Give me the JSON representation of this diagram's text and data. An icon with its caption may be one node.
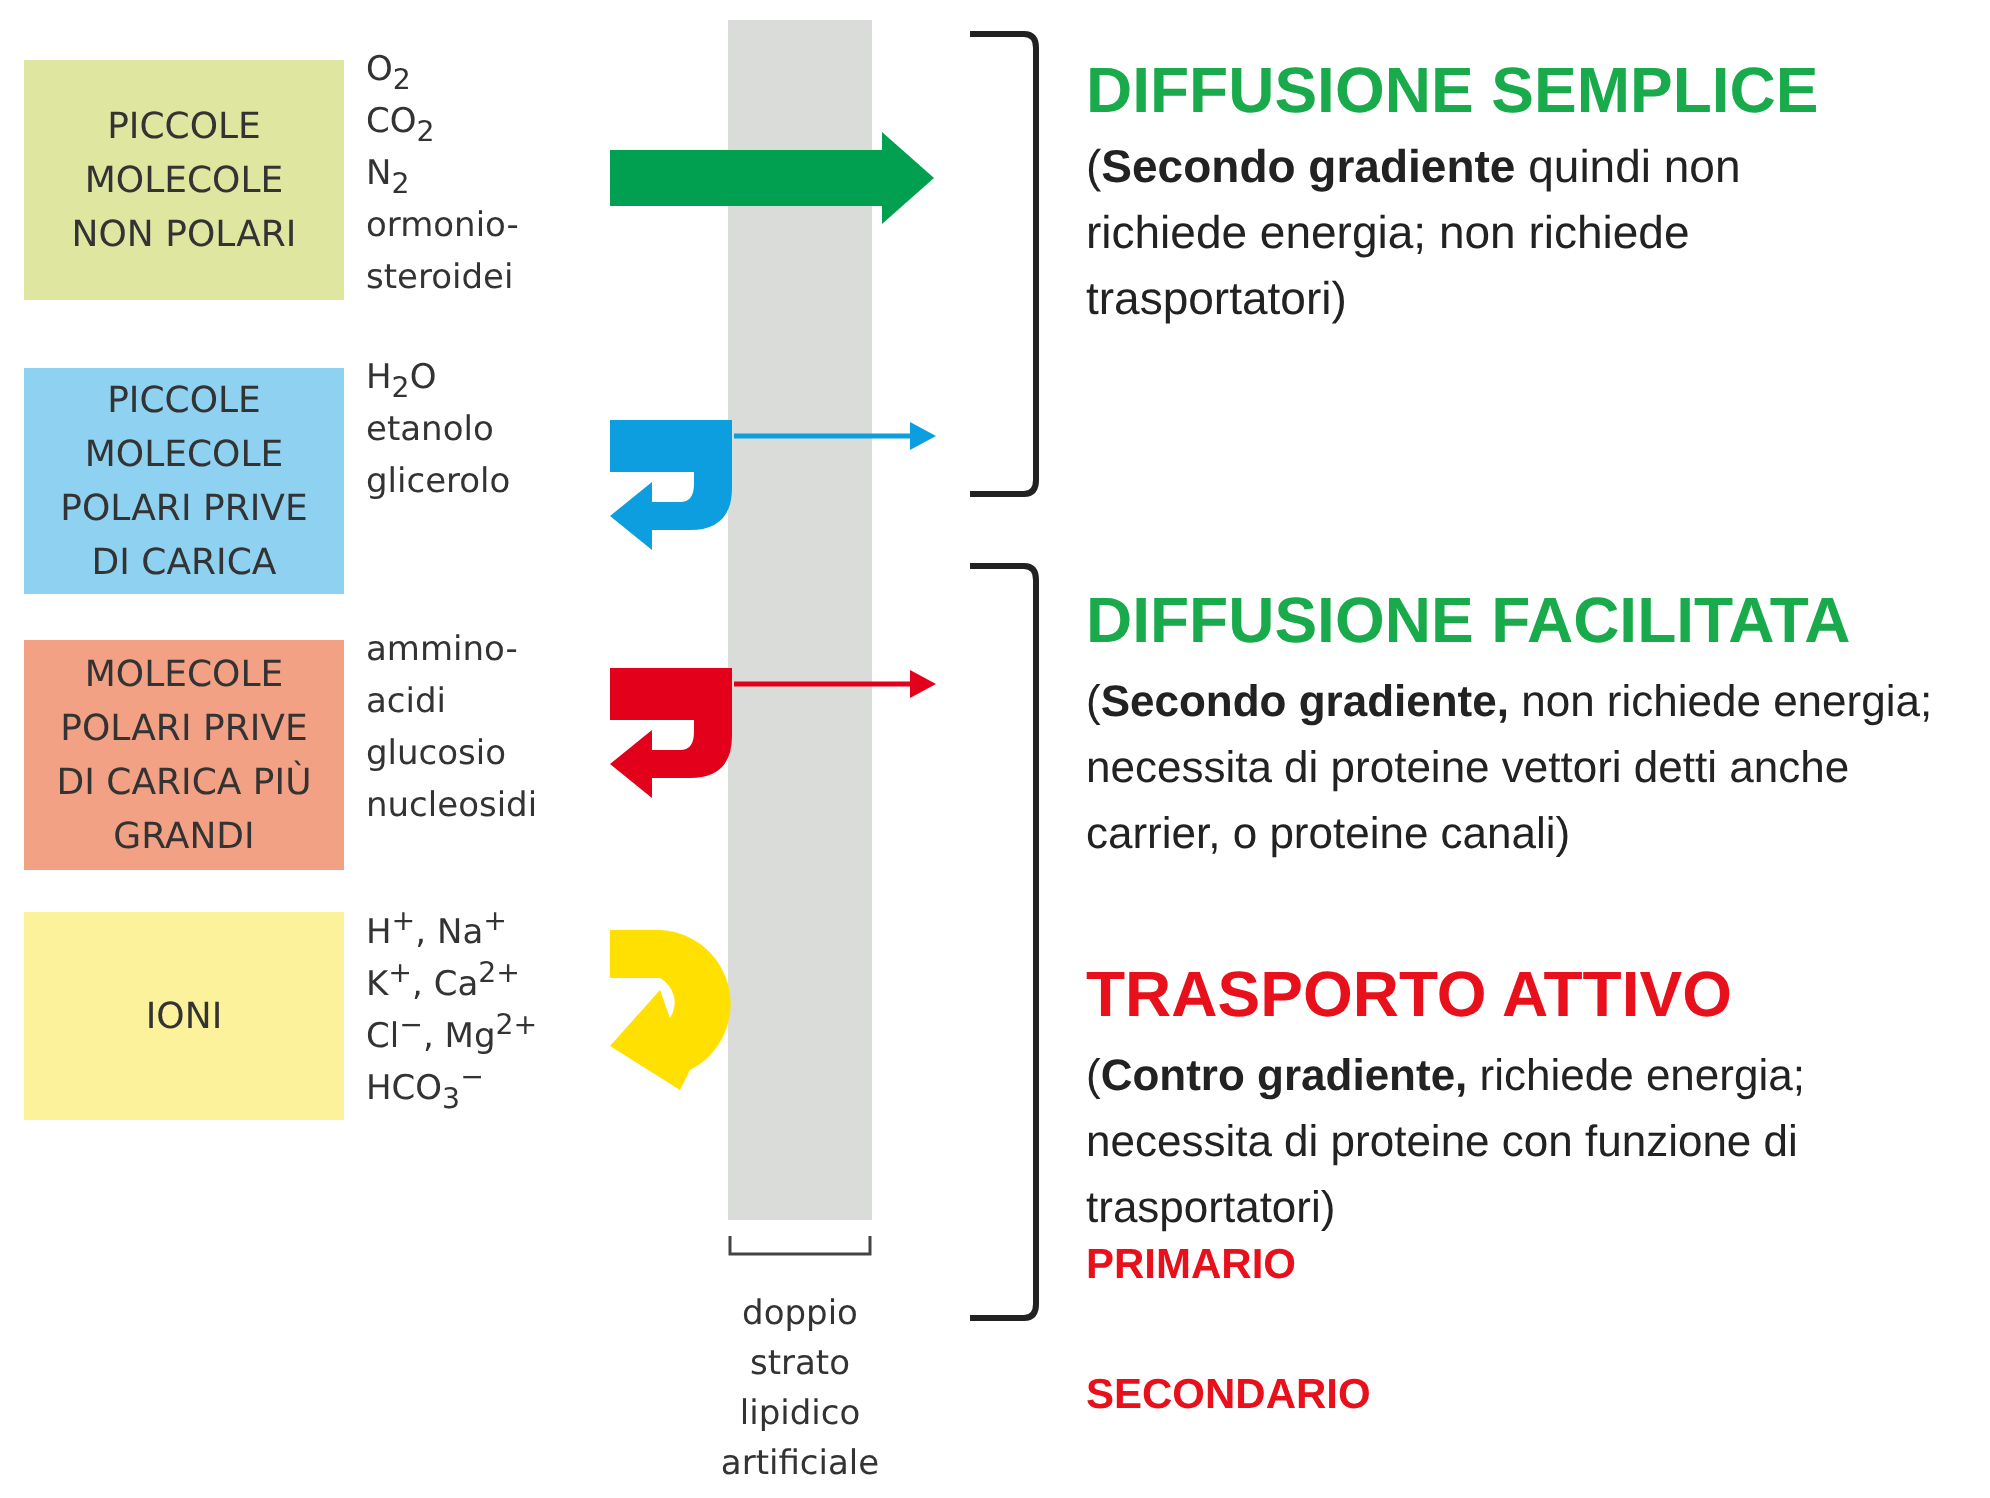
{
  "diagram": {
    "nodes": [
      {
        "text": [
          "PICCOLE MOLECOLE NON POLARI"
        ],
        "beside": [
          "O$_{2}$",
          "CO$_{2}$",
          "N$_{2}$",
          "ormonio- steroidei"
        ]
      },
      {
        "text": [
          "PICCOLE MOLECOLE POLARI PRIVE DI CARICA"
        ],
        "beside": [
          "H$_{2}$O",
          "etanolo",
          "glicerolo"
        ]
      },
      {
        "text": [
          "MOLECOLE POLARI PRIVE DI CARICA PIÙ GRANDI"
        ],
        "beside": [
          "ammino- acidi",
          "glucosio",
          "nucleosidi"
        ]
      },
      {
        "text": [
          "IONI"
        ],
        "beside": [
          "H$^{+}$, Na$^{+}$",
          "K$^{+}$, Ca$^{2+}$",
          "Cl$^{−}$, Mg$^{2+}$",
          "HCO$_{3}$$^{−}$"
        ]
      },
      {
        "text": [],
        "shape": "bar"
      }
    ],
    "labels": [
      "doppio strato lipidico artificiale",
      "DIFFUSIONE SEMPLICE",
      "(**Secondo gradiente** quindi non richiede energia; non richiede trasportatori)",
      "DIFFUSIONE FACILITATA",
      "(**Secondo gradiente,** non richiede energia; necessita di proteine vettori detti anche carrier, o proteine canali)",
      "TRASPORTO ATTIVO",
      "(**Contro gradiente,** richiede energia; necessita di proteine con funzione di trasportatori)",
      "PRIMARIO",
      "SECONDARIO"
    ]
  }
}
